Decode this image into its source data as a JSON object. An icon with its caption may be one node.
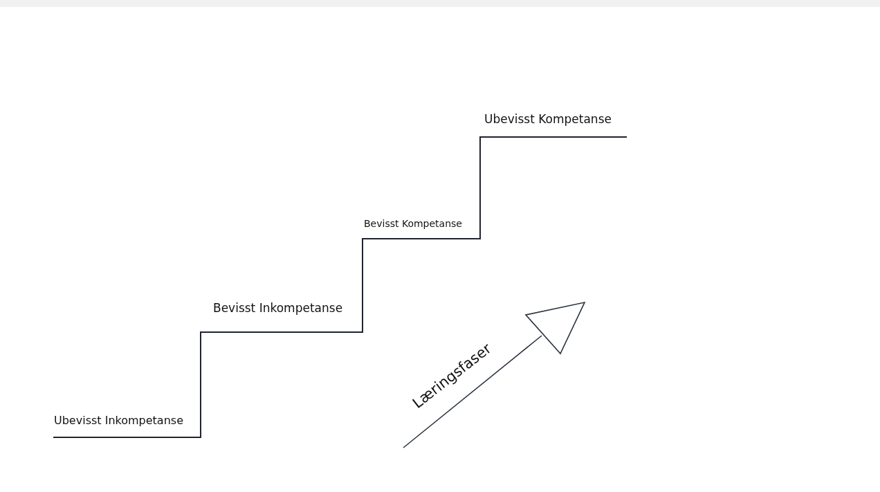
{
  "diagram": {
    "labels": [
      "Ubevisst Kompetanse",
      "Bevisst Kompetanse",
      "Bevisst Inkompetanse",
      "Ubevisst Inkompetanse",
      "Læringsfaser"
    ]
  }
}
